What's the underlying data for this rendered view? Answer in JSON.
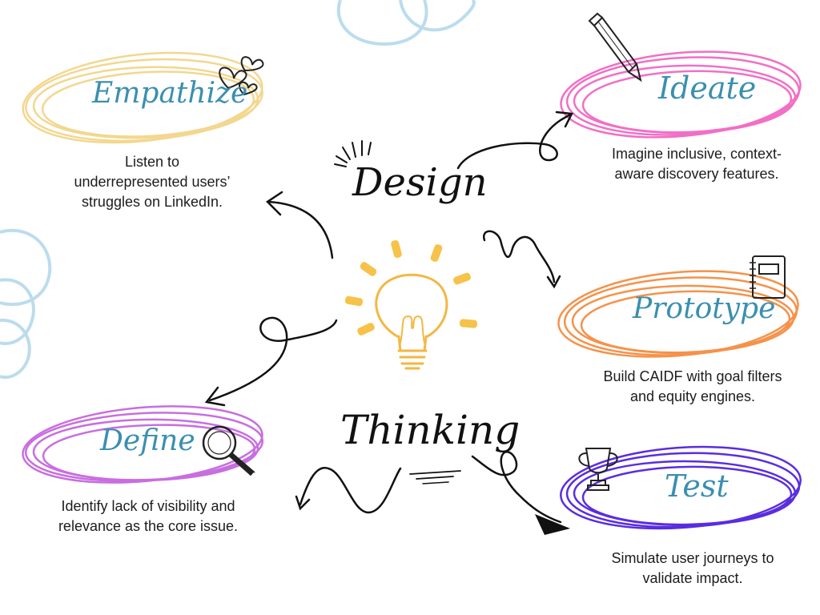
{
  "center": {
    "word_top": "Design",
    "word_bottom": "Thinking"
  },
  "stages": {
    "empathize": {
      "title": "Empathize",
      "ring_color": "#f3d78f",
      "lines": [
        "Listen to",
        "underrepresented users’",
        "struggles on LinkedIn."
      ]
    },
    "define": {
      "title": "Define",
      "ring_color": "#c86ee0",
      "lines": [
        "Identify lack of visibility and",
        "relevance as the core issue."
      ]
    },
    "ideate": {
      "title": "Ideate",
      "ring_color": "#f26fc6",
      "lines": [
        "Imagine inclusive, context-",
        "aware discovery features."
      ]
    },
    "prototype": {
      "title": "Prototype",
      "ring_color": "#f5924a",
      "lines": [
        "Build CAIDF with goal filters",
        "and equity engines."
      ]
    },
    "test": {
      "title": "Test",
      "ring_color": "#5a2de0",
      "lines": [
        "Simulate user journeys to",
        "validate impact."
      ]
    }
  },
  "colors": {
    "title_text": "#3b8fb0",
    "bulb": "#f7c24a",
    "decor_circles": "#bcdcee",
    "arrows": "#111111"
  }
}
